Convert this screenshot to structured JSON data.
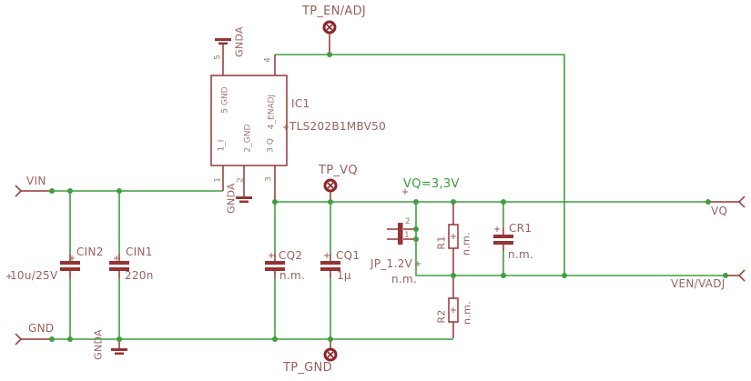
{
  "colors": {
    "wire_green": "#3f9e3f",
    "symbol_red": "#963333",
    "label_text": "#96635f",
    "net_label_green": "#3c9b3c",
    "testpoint_red": "#8f2525"
  },
  "ic": {
    "name": "IC1",
    "value": "TLS202B1MBV50",
    "pin_names": {
      "p5": "5 GND",
      "p4": "4_ENADJ",
      "p1": "1_I",
      "p2": "2_GND",
      "p3": "3 Q"
    },
    "pin_numbers": {
      "p5": "5",
      "p4": "4",
      "p1": "1",
      "p2": "2",
      "p3": "3"
    }
  },
  "ports": {
    "vin": "VIN",
    "gnd": "GND",
    "vq": "VQ",
    "ven_vadj": "VEN/VADJ"
  },
  "net_labels": {
    "vq": "VQ=3,3V"
  },
  "test_points": {
    "en_adj": "TP_EN/ADJ",
    "vq": "TP_VQ",
    "gnd": "TP_GND"
  },
  "grounds": {
    "top": "GNDA",
    "mid": "GNDA",
    "bottom": "GNDA"
  },
  "capacitors": {
    "cin2": {
      "name": "CIN2",
      "value": "10u/25V"
    },
    "cin1": {
      "name": "CIN1",
      "value": "220n"
    },
    "cq2": {
      "name": "CQ2",
      "value": "n.m."
    },
    "cq1": {
      "name": "CQ1",
      "value": "1µ"
    },
    "cr1": {
      "name": "CR1",
      "value": "n.m."
    }
  },
  "resistors": {
    "r1": {
      "name": "R1",
      "value": "n.m."
    },
    "r2": {
      "name": "R2",
      "value": "n.m."
    }
  },
  "jumper": {
    "name": "JP_1.2V",
    "value": "n.m.",
    "pin1": "1",
    "pin2": "2"
  }
}
